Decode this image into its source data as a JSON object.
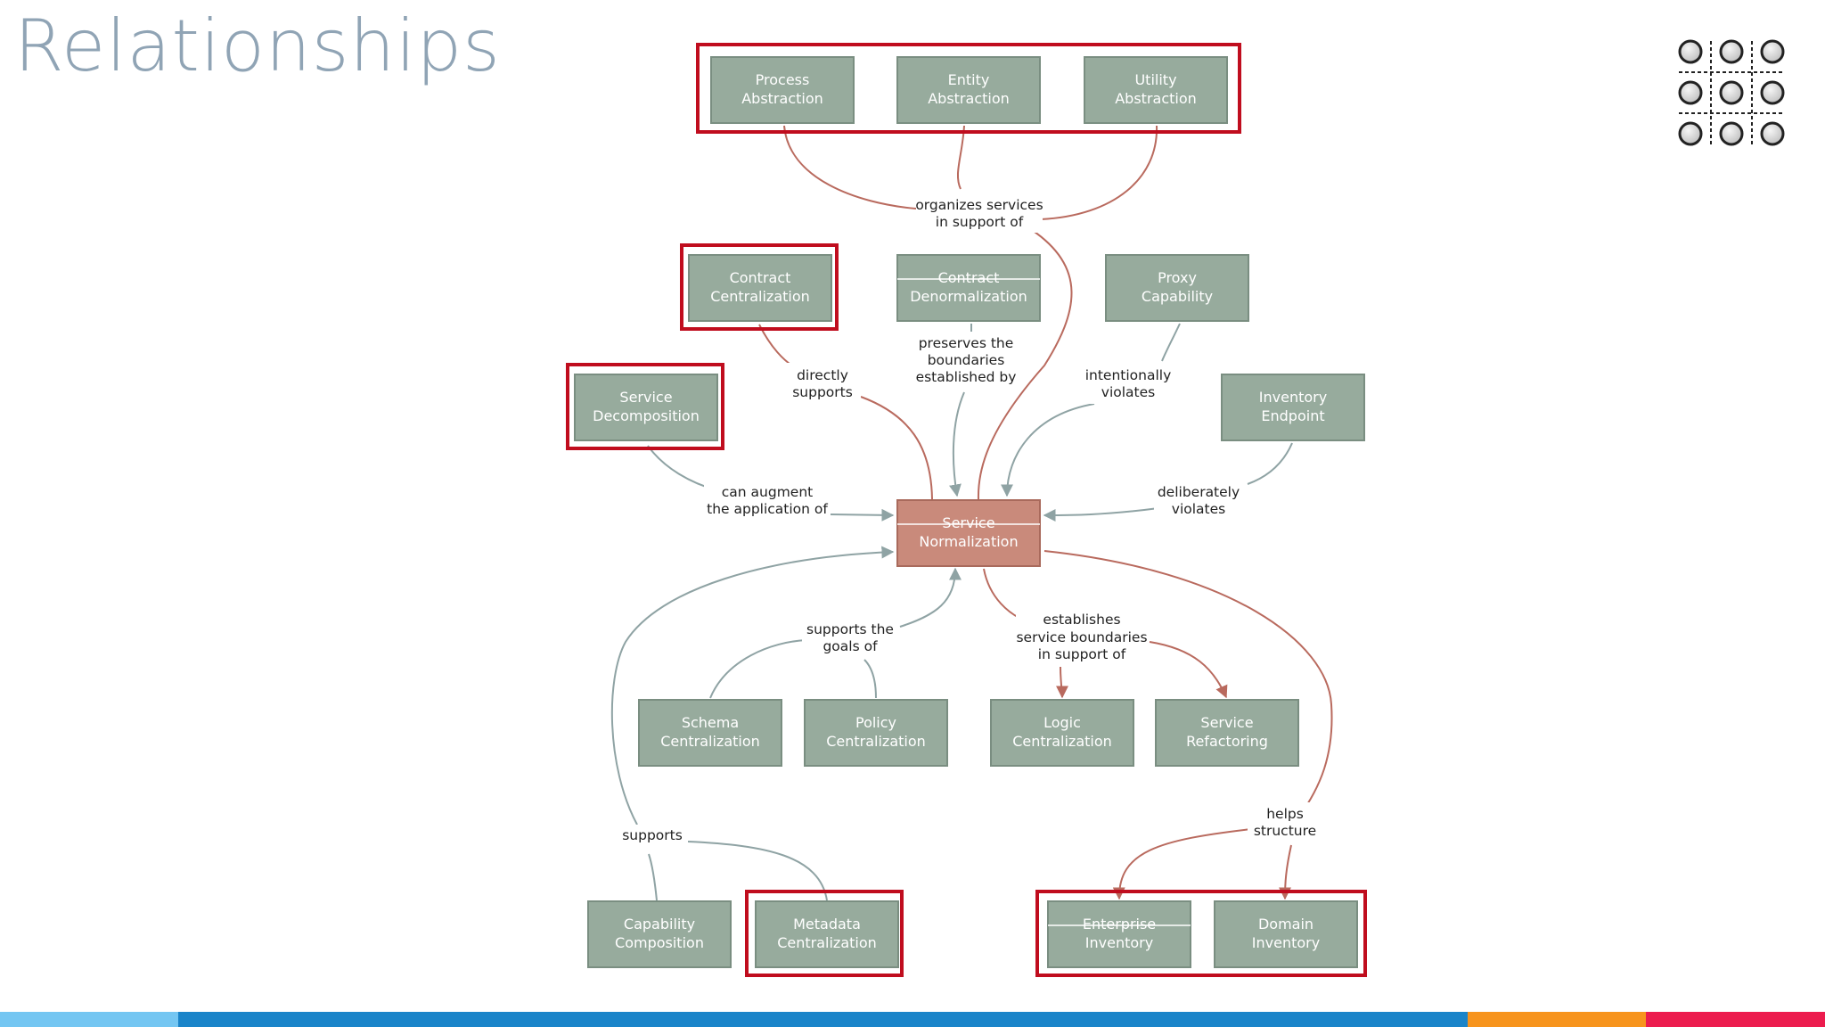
{
  "slide": {
    "title": "Relationships"
  },
  "colors": {
    "node": "#97ab9d",
    "main_node": "#c98a7b",
    "highlight": "#c00d1e",
    "red_edge": "#b96a5e",
    "gray_edge": "#8fa3a4",
    "footer": [
      "#74c6f2",
      "#1a84c9",
      "#f7941d",
      "#ec1c4e"
    ]
  },
  "nodes": {
    "process": [
      "Process",
      "Abstraction"
    ],
    "entity": [
      "Entity",
      "Abstraction"
    ],
    "utility": [
      "Utility",
      "Abstraction"
    ],
    "contract_cent": [
      "Contract",
      "Centralization"
    ],
    "contract_denorm": [
      "Contract",
      "Denormalization"
    ],
    "proxy": [
      "Proxy",
      "Capability"
    ],
    "service_decomp": [
      "Service",
      "Decomposition"
    ],
    "inventory_endpoint": [
      "Inventory",
      "Endpoint"
    ],
    "service_norm": [
      "Service",
      "Normalization"
    ],
    "schema": [
      "Schema",
      "Centralization"
    ],
    "policy": [
      "Policy",
      "Centralization"
    ],
    "logic": [
      "Logic",
      "Centralization"
    ],
    "refactoring": [
      "Service",
      "Refactoring"
    ],
    "capability": [
      "Capability",
      "Composition"
    ],
    "metadata": [
      "Metadata",
      "Centralization"
    ],
    "enterprise": [
      "Enterprise",
      "Inventory"
    ],
    "domain": [
      "Domain",
      "Inventory"
    ]
  },
  "labels": {
    "organizes": [
      "organizes services",
      "in support of"
    ],
    "directly": [
      "directly",
      "supports"
    ],
    "preserves": [
      "preserves the",
      "boundaries",
      "established by"
    ],
    "intentionally": [
      "intentionally",
      "violates"
    ],
    "augment": [
      "can augment",
      "the application of"
    ],
    "deliberately": [
      "deliberately",
      "violates"
    ],
    "goals": [
      "supports the",
      "goals of"
    ],
    "establishes": [
      "establishes",
      "service boundaries",
      "in support of"
    ],
    "supports": [
      "supports"
    ],
    "helps": [
      "helps",
      "structure"
    ]
  }
}
